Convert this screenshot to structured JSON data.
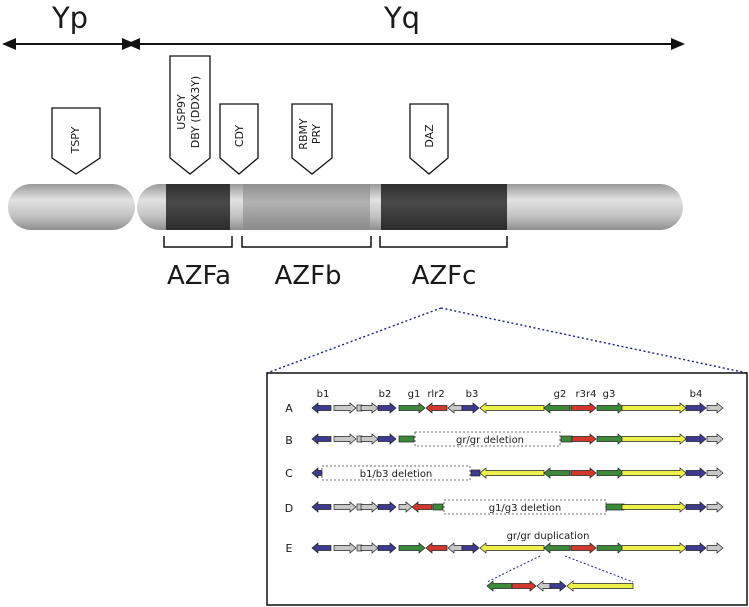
{
  "arms": {
    "short": "Yp",
    "long": "Yq"
  },
  "gene_tags": [
    {
      "id": "tspy",
      "lines": [
        "TSPY"
      ]
    },
    {
      "id": "usp9y",
      "lines": [
        "USP9Y",
        "DBY (DDX3Y)"
      ]
    },
    {
      "id": "cdy",
      "lines": [
        "CDY"
      ]
    },
    {
      "id": "rbmy",
      "lines": [
        "RBMY",
        "PRY"
      ]
    },
    {
      "id": "daz",
      "lines": [
        "DAZ"
      ]
    }
  ],
  "azf_regions": [
    "AZFa",
    "AZFb",
    "AZFc"
  ],
  "inset": {
    "markers": [
      "b1",
      "b2",
      "g1",
      "rlr2",
      "b3",
      "g2",
      "r3r4",
      "g3",
      "b4"
    ],
    "rows": [
      {
        "id": "A",
        "note": ""
      },
      {
        "id": "B",
        "note": "gr/gr deletion"
      },
      {
        "id": "C",
        "note": "b1/b3 deletion"
      },
      {
        "id": "D",
        "note": "g1/g3 deletion"
      },
      {
        "id": "E",
        "note": "gr/gr duplication"
      }
    ]
  },
  "colors": {
    "blue": "#3d3a8f",
    "gray": "#c8c8c8",
    "green": "#3a8a3a",
    "red": "#d0392b",
    "yellow": "#eef04a",
    "dark_region": "#3a3a3a",
    "light_region": "#a6a6a6",
    "chromosome": "#c0c0c0"
  }
}
